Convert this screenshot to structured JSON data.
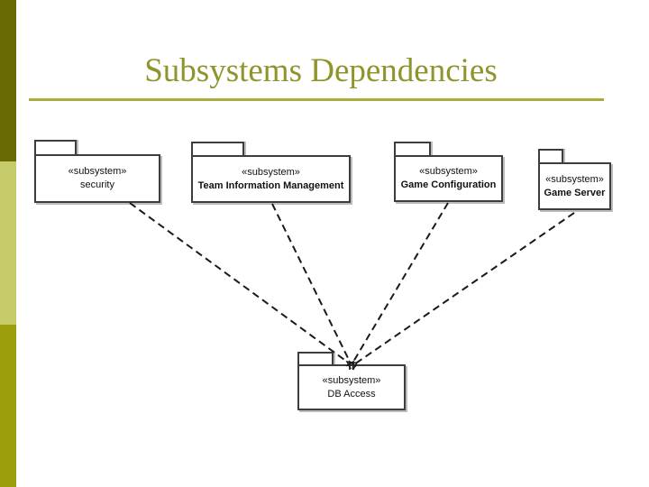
{
  "slide": {
    "title": "Subsystems Dependencies"
  },
  "theme": {
    "title_color": "#8F952C",
    "rule_color": "#A8AC38",
    "accent_bar_colors": [
      "#6A6A05",
      "#C6CB69",
      "#9C9E0C"
    ],
    "box_border_color": "#3d3d3d",
    "box_fill": "#ffffff",
    "connector_color": "#1a1a1a",
    "background": "#ffffff"
  },
  "diagram": {
    "packages": [
      {
        "id": "security",
        "stereotype": "«subsystem»",
        "name": "security",
        "name_bold": false
      },
      {
        "id": "team-information-management",
        "stereotype": "«subsystem»",
        "name": "Team Information Management",
        "name_bold": true
      },
      {
        "id": "game-configuration",
        "stereotype": "«subsystem»",
        "name": "Game Configuration",
        "name_bold": true
      },
      {
        "id": "game-server",
        "stereotype": "«subsystem»",
        "name": "Game Server",
        "name_bold": true
      },
      {
        "id": "db-access",
        "stereotype": "«subsystem»",
        "name": "DB Access",
        "name_bold": false
      }
    ],
    "dependencies": [
      {
        "from": "security",
        "to": "db-access"
      },
      {
        "from": "team-information-management",
        "to": "db-access"
      },
      {
        "from": "game-configuration",
        "to": "db-access"
      },
      {
        "from": "game-server",
        "to": "db-access"
      }
    ]
  }
}
